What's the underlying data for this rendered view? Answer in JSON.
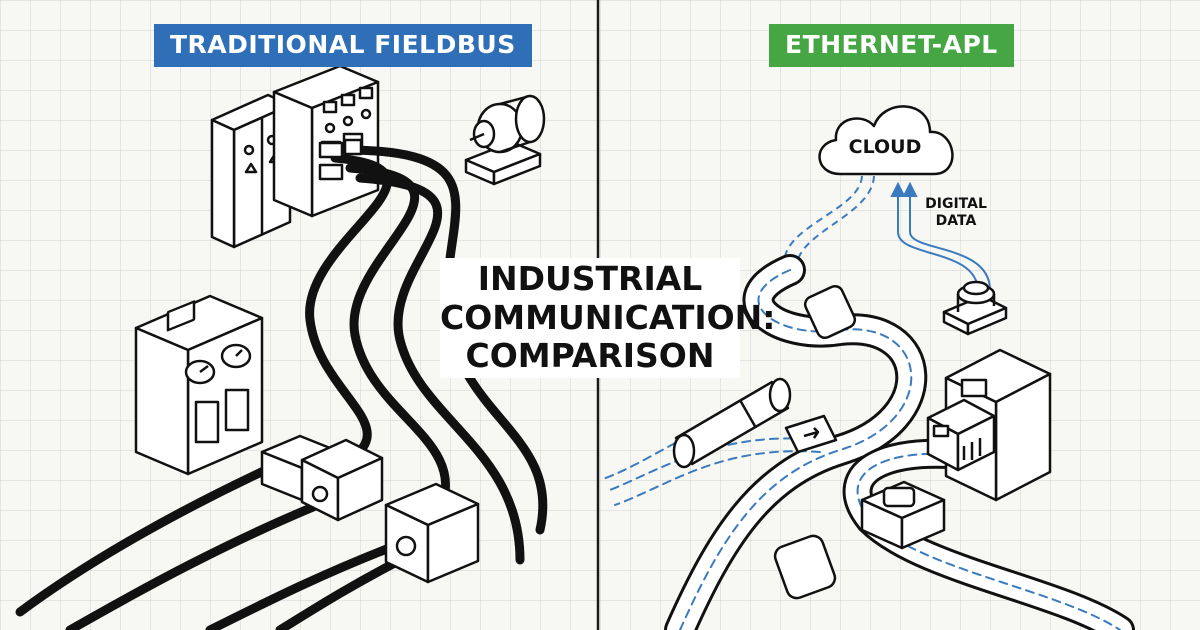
{
  "left_panel": {
    "label": "TRADITIONAL FIELDBUS",
    "label_color": "#2f6fb8"
  },
  "right_panel": {
    "label": "ETHERNET-APL",
    "label_color": "#45a643"
  },
  "title": {
    "line1": "INDUSTRIAL",
    "line2": "COMMUNICATION:",
    "line3": "COMPARISON"
  },
  "cloud": {
    "label": "CLOUD"
  },
  "data_flow": {
    "line1": "DIGITAL",
    "line2": "DATA",
    "color": "#3a7bbf"
  },
  "colors": {
    "grid": "#d2d2d2",
    "ink": "#111111",
    "divider": "#1a1a1a"
  }
}
